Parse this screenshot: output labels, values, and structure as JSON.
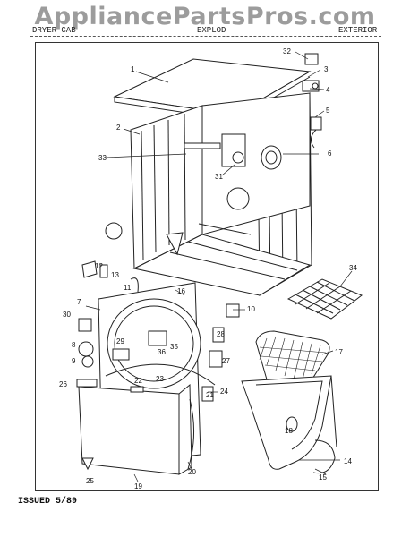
{
  "watermark": "AppliancePartsPros.com",
  "header": {
    "left": "DRYER CAB",
    "mid": "EXPLOD",
    "right": "EXTERIOR"
  },
  "footer": "ISSUED 5/89",
  "callouts": [
    "1",
    "2",
    "3",
    "4",
    "5",
    "6",
    "7",
    "8",
    "9",
    "10",
    "11",
    "12",
    "13",
    "14",
    "15",
    "16",
    "17",
    "18",
    "19",
    "20",
    "21",
    "22",
    "23",
    "24",
    "25",
    "26",
    "27",
    "28",
    "29",
    "30",
    "31",
    "32",
    "33",
    "34",
    "35",
    "36"
  ]
}
